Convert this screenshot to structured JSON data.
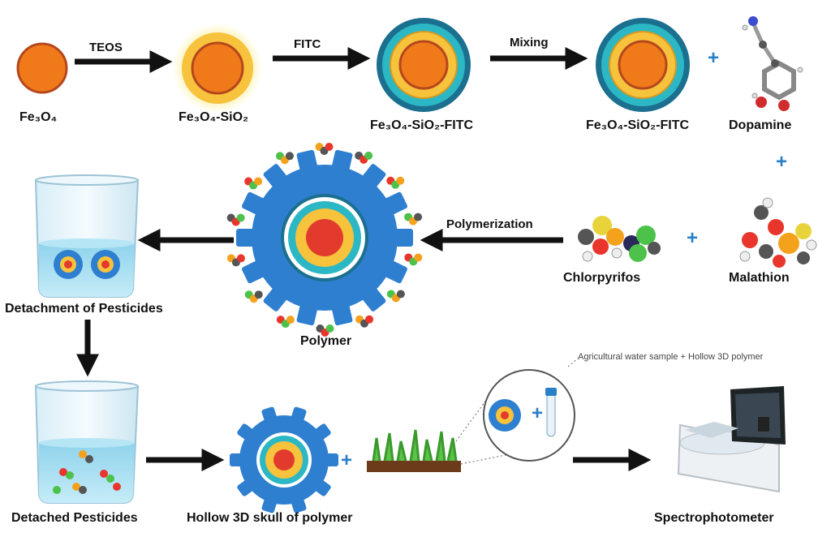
{
  "labels": {
    "fe3o4": "Fe₃O₄",
    "fe3o4_sio2": "Fe₃O₄-SiO₂",
    "fe3o4_sio2_fitc_1": "Fe₃O₄-SiO₂-FITC",
    "fe3o4_sio2_fitc_2": "Fe₃O₄-SiO₂-FITC",
    "dopamine": "Dopamine",
    "malathion": "Malathion",
    "chlorpyrifos": "Chlorpyrifos",
    "polymer": "Polymer",
    "detachment": "Detachment of Pesticides",
    "detached": "Detached Pesticides",
    "hollow": "Hollow 3D skull of polymer",
    "spectro": "Spectrophotometer",
    "sample_note": "Agricultural water sample + Hollow 3D polymer"
  },
  "arrows": {
    "teos": "TEOS",
    "fitc": "FITC",
    "mixing": "Mixing",
    "polymerization": "Polymerization"
  },
  "plus": "+",
  "colors": {
    "core": "#f07a1a",
    "core_edge": "#b5471d",
    "silica": "#f7c23c",
    "fitc_ring": "#2cb7c4",
    "outer_ring": "#1b6f8f",
    "polymer_blue": "#2f7fd0",
    "red_core": "#e23b2e",
    "water": "#9fd8ee"
  }
}
